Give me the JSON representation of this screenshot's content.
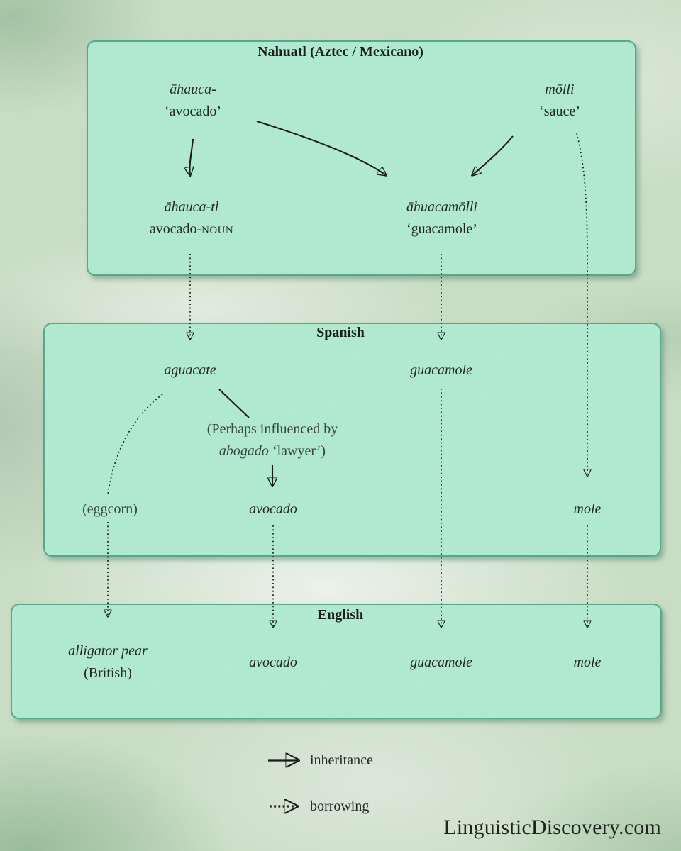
{
  "colors": {
    "box_fill": "#b2ebd2",
    "box_border": "#58a98c",
    "background": "#cbdfc7",
    "ink": "#181c19"
  },
  "nahuatl": {
    "title": "Nahuatl (Aztec / Mexicano)",
    "ahauca_word": "āhauca-",
    "ahauca_gloss": "‘avocado’",
    "molli_word": "mōlli",
    "molli_gloss": "‘sauce’",
    "ahaucatl_word": "āhauca-tl",
    "ahaucatl_gloss_prefix": "avocado-",
    "ahaucatl_gloss_caps": "NOUN",
    "ahuacamolli_word": "āhuacamōlli",
    "ahuacamolli_gloss": "‘guacamole’"
  },
  "spanish": {
    "title": "Spanish",
    "aguacate": "aguacate",
    "guacamole": "guacamole",
    "note_line1": "(Perhaps influenced by",
    "note_italic": "abogado",
    "note_rest": " ‘lawyer’)",
    "eggcorn": "(eggcorn)",
    "avocado": "avocado",
    "mole": "mole"
  },
  "english": {
    "title": "English",
    "alligator_pear": "alligator pear",
    "british": "(British)",
    "avocado": "avocado",
    "guacamole": "guacamole",
    "mole": "mole"
  },
  "legend": {
    "inheritance": "inheritance",
    "borrowing": "borrowing"
  },
  "watermark": "LinguisticDiscovery.com"
}
